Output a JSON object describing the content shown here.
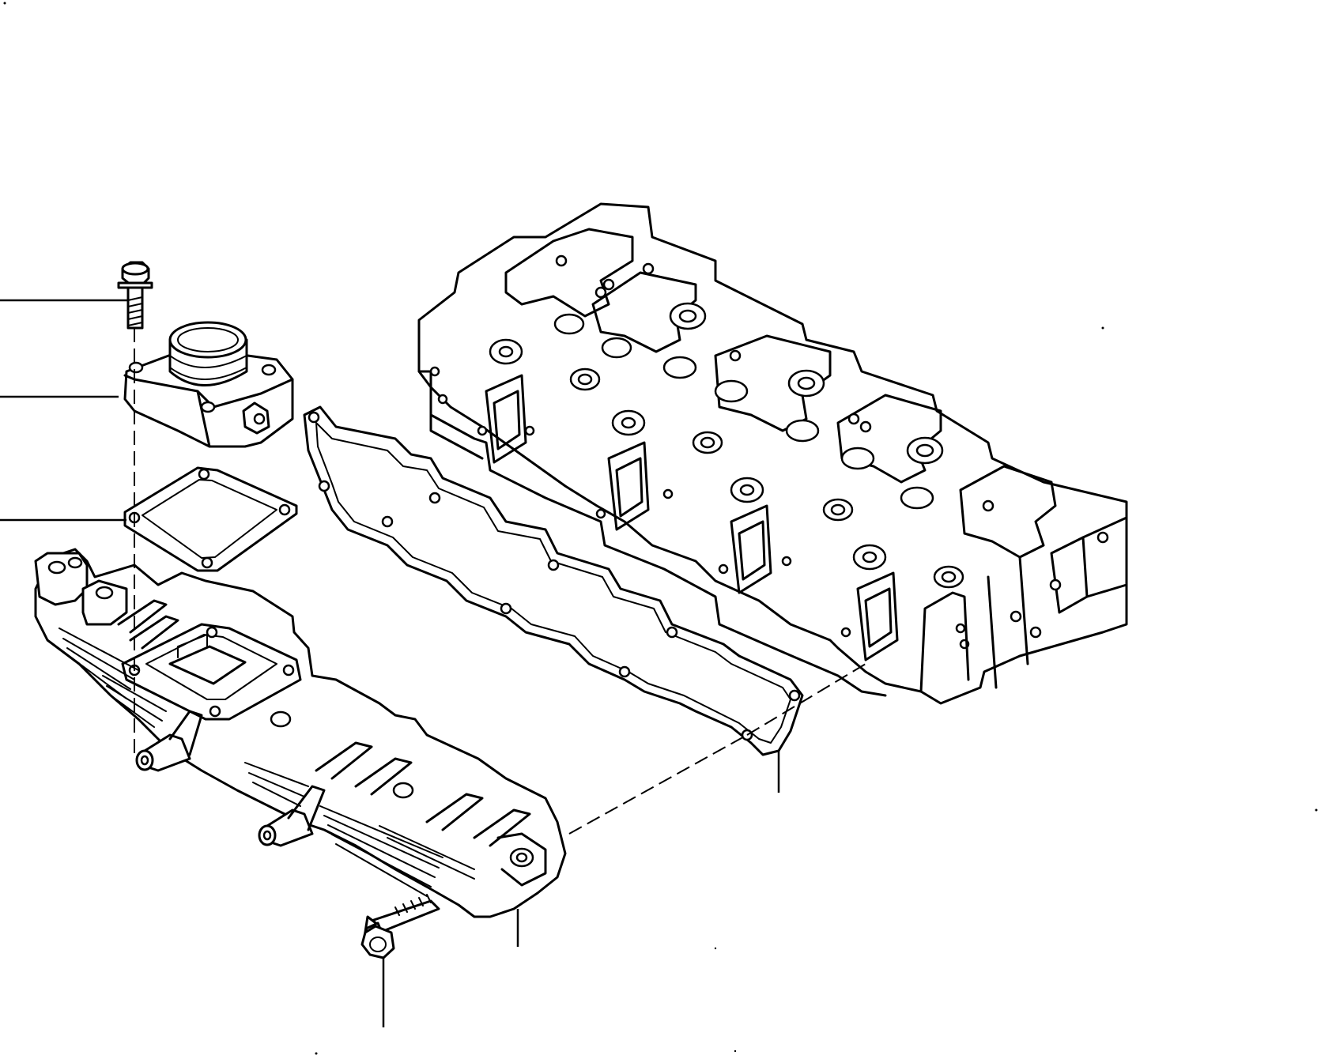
{
  "figure": {
    "colors": {
      "line": "#000000",
      "background": "#ffffff"
    },
    "parts": [
      {
        "id": "flange-bolt-top",
        "kind": "bolt"
      },
      {
        "id": "intake-connector",
        "kind": "cover"
      },
      {
        "id": "connector-gasket",
        "kind": "gasket"
      },
      {
        "id": "intake-manifold",
        "kind": "manifold"
      },
      {
        "id": "manifold-gasket",
        "kind": "gasket"
      },
      {
        "id": "cylinder-head",
        "kind": "head"
      },
      {
        "id": "flange-bolt-bottom",
        "kind": "bolt"
      }
    ]
  }
}
